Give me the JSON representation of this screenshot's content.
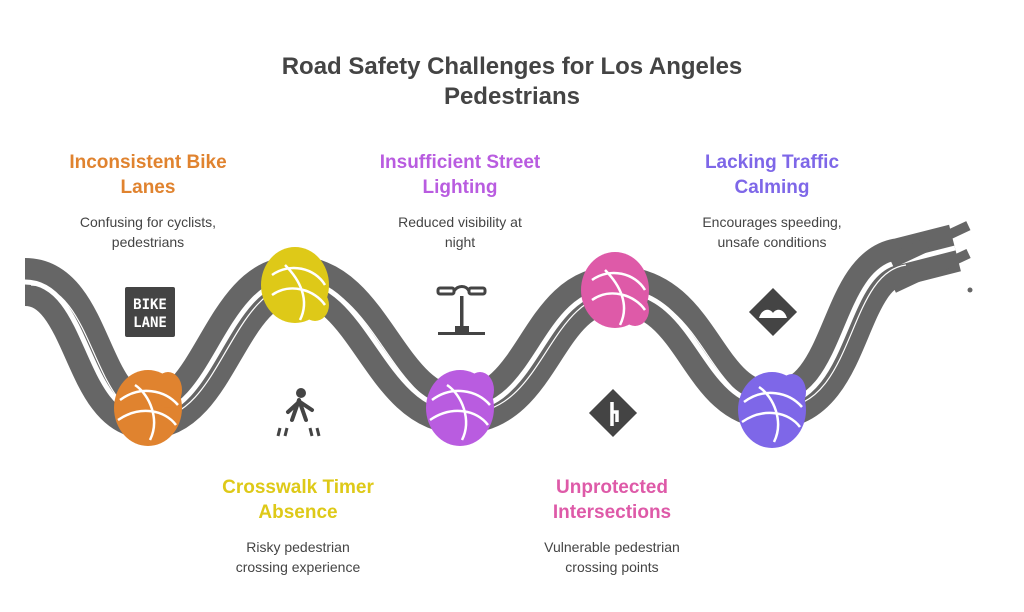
{
  "title": {
    "line1": "Road Safety Challenges for Los Angeles",
    "line2": "Pedestrians"
  },
  "items": [
    {
      "title1": "Inconsistent Bike",
      "title2": "Lanes",
      "desc1": "Confusing for cyclists,",
      "desc2": "pedestrians",
      "color": "#E0832F",
      "icon": "bike-lane-icon",
      "icon_text1": "BIKE",
      "icon_text2": "LANE"
    },
    {
      "title1": "Crosswalk Timer",
      "title2": "Absence",
      "desc1": "Risky pedestrian",
      "desc2": "crossing experience",
      "color": "#DEC918",
      "icon": "pedestrian-crossing-icon"
    },
    {
      "title1": "Insufficient Street",
      "title2": "Lighting",
      "desc1": "Reduced visibility at",
      "desc2": "night",
      "color": "#B95CE0",
      "icon": "street-lamp-icon"
    },
    {
      "title1": "Unprotected",
      "title2": "Intersections",
      "desc1": "Vulnerable pedestrian",
      "desc2": "crossing points",
      "color": "#DE5AA8",
      "icon": "intersection-sign-icon"
    },
    {
      "title1": "Lacking Traffic",
      "title2": "Calming",
      "desc1": "Encourages speeding,",
      "desc2": "unsafe conditions",
      "color": "#7E67E8",
      "icon": "speed-bump-sign-icon"
    }
  ]
}
